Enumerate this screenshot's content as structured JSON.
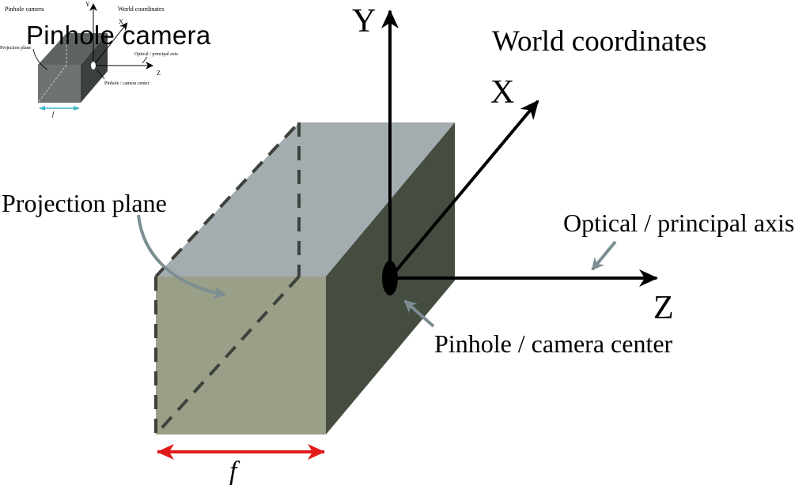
{
  "title": "Pinhole camera",
  "labels": {
    "world_coordinates": "World coordinates",
    "axis_y": "Y",
    "axis_x": "X",
    "axis_z": "Z",
    "optical_axis": "Optical / principal axis",
    "projection_plane": "Projection plane",
    "pinhole": "Pinhole / camera center",
    "focal_length": "f"
  },
  "thumbnail": {
    "world_coordinates": "World coordinates",
    "axis_y": "Y",
    "axis_x": "X",
    "axis_z": "Z",
    "optical_axis": "Optical / principal axis",
    "projection_plane": "Projection plane",
    "pinhole": "Pinhole / camera center",
    "focal_length": "f",
    "camera": "Pinhole camera"
  },
  "colors": {
    "front_face": "#9a9f87",
    "top_face": "#a3adb0",
    "side_face": "#454c40",
    "annotation_arrow": "#7c8e92",
    "focal_arrow": "#e11b1b",
    "axis": "#000000",
    "thumb_focal": "#3fb7c9"
  },
  "icons": {
    "pinhole": "black-ellipse-hole",
    "axes": "arrow-lines"
  }
}
